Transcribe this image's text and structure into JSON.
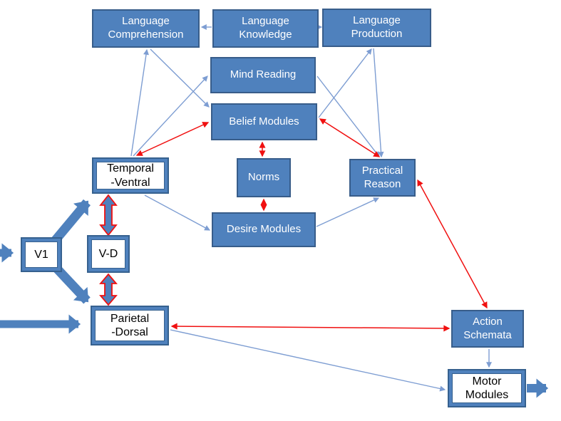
{
  "colors": {
    "node_fill": "#4f81bd",
    "node_border": "#385d8a",
    "connector_blue": "#7d9dd2",
    "connector_red": "#f01010",
    "block_arrow_fill": "#4f81bd"
  },
  "nodes": {
    "lang_comprehension": {
      "label": "Language\nComprehension",
      "style": "filled"
    },
    "lang_knowledge": {
      "label": "Language\nKnowledge",
      "style": "filled"
    },
    "lang_production": {
      "label": "Language\nProduction",
      "style": "filled"
    },
    "mind_reading": {
      "label": "Mind Reading",
      "style": "filled"
    },
    "belief_modules": {
      "label": "Belief Modules",
      "style": "filled"
    },
    "norms": {
      "label": "Norms",
      "style": "filled"
    },
    "desire_modules": {
      "label": "Desire Modules",
      "style": "filled"
    },
    "practical_reason": {
      "label": "Practical\nReason",
      "style": "filled"
    },
    "action_schemata": {
      "label": "Action\nSchemata",
      "style": "filled"
    },
    "temporal_ventral": {
      "label": "Temporal\n-Ventral",
      "style": "outlined"
    },
    "v1": {
      "label": "V1",
      "style": "outlined"
    },
    "v_d": {
      "label": "V-D",
      "style": "outlined"
    },
    "parietal_dorsal": {
      "label": "Parietal\n-Dorsal",
      "style": "outlined"
    },
    "motor_modules": {
      "label": "Motor\nModules",
      "style": "outlined"
    }
  },
  "edges": [
    {
      "from": "lang_knowledge",
      "to": "lang_comprehension",
      "type": "thin",
      "color": "blue",
      "arrows": "end"
    },
    {
      "from": "lang_knowledge",
      "to": "lang_production",
      "type": "thin",
      "color": "blue",
      "arrows": "end"
    },
    {
      "from": "temporal_ventral",
      "to": "lang_comprehension",
      "type": "thin",
      "color": "blue",
      "arrows": "end"
    },
    {
      "from": "lang_comprehension",
      "to": "belief_modules",
      "type": "thin",
      "color": "blue",
      "arrows": "end"
    },
    {
      "from": "temporal_ventral",
      "to": "mind_reading",
      "type": "thin",
      "color": "blue",
      "arrows": "end"
    },
    {
      "from": "belief_modules",
      "to": "lang_production",
      "type": "thin",
      "color": "blue",
      "arrows": "end"
    },
    {
      "from": "lang_production",
      "to": "practical_reason",
      "type": "thin",
      "color": "blue",
      "arrows": "end"
    },
    {
      "from": "mind_reading",
      "to": "practical_reason",
      "type": "thin",
      "color": "blue",
      "arrows": "end"
    },
    {
      "from": "temporal_ventral",
      "to": "desire_modules",
      "type": "thin",
      "color": "blue",
      "arrows": "end"
    },
    {
      "from": "desire_modules",
      "to": "practical_reason",
      "type": "thin",
      "color": "blue",
      "arrows": "end"
    },
    {
      "from": "action_schemata",
      "to": "motor_modules",
      "type": "thin",
      "color": "blue",
      "arrows": "end"
    },
    {
      "from": "parietal_dorsal",
      "to": "motor_modules",
      "type": "thin",
      "color": "blue",
      "arrows": "end"
    },
    {
      "from": "temporal_ventral",
      "to": "belief_modules",
      "type": "thin",
      "color": "red",
      "arrows": "both"
    },
    {
      "from": "belief_modules",
      "to": "norms",
      "type": "thin",
      "color": "red",
      "arrows": "both"
    },
    {
      "from": "norms",
      "to": "desire_modules",
      "type": "thin",
      "color": "red",
      "arrows": "both"
    },
    {
      "from": "belief_modules",
      "to": "practical_reason",
      "type": "thin",
      "color": "red",
      "arrows": "both"
    },
    {
      "from": "practical_reason",
      "to": "action_schemata",
      "type": "thin",
      "color": "red",
      "arrows": "both"
    },
    {
      "from": "parietal_dorsal",
      "to": "action_schemata",
      "type": "thin",
      "color": "red",
      "arrows": "both"
    },
    {
      "from": "input",
      "to": "v1",
      "type": "block",
      "color": "blue",
      "arrows": "end"
    },
    {
      "from": "v1",
      "to": "temporal_ventral",
      "type": "block",
      "color": "blue",
      "arrows": "end"
    },
    {
      "from": "v1",
      "to": "parietal_dorsal",
      "type": "block",
      "color": "blue",
      "arrows": "end"
    },
    {
      "from": "input",
      "to": "parietal_dorsal",
      "type": "block",
      "color": "blue",
      "arrows": "end"
    },
    {
      "from": "motor_modules",
      "to": "output",
      "type": "block",
      "color": "blue",
      "arrows": "end"
    },
    {
      "from": "temporal_ventral",
      "to": "v_d",
      "type": "block-double",
      "color": "blue-red-outline",
      "arrows": "both"
    },
    {
      "from": "v_d",
      "to": "parietal_dorsal",
      "type": "block-double",
      "color": "blue-red-outline",
      "arrows": "both"
    }
  ]
}
